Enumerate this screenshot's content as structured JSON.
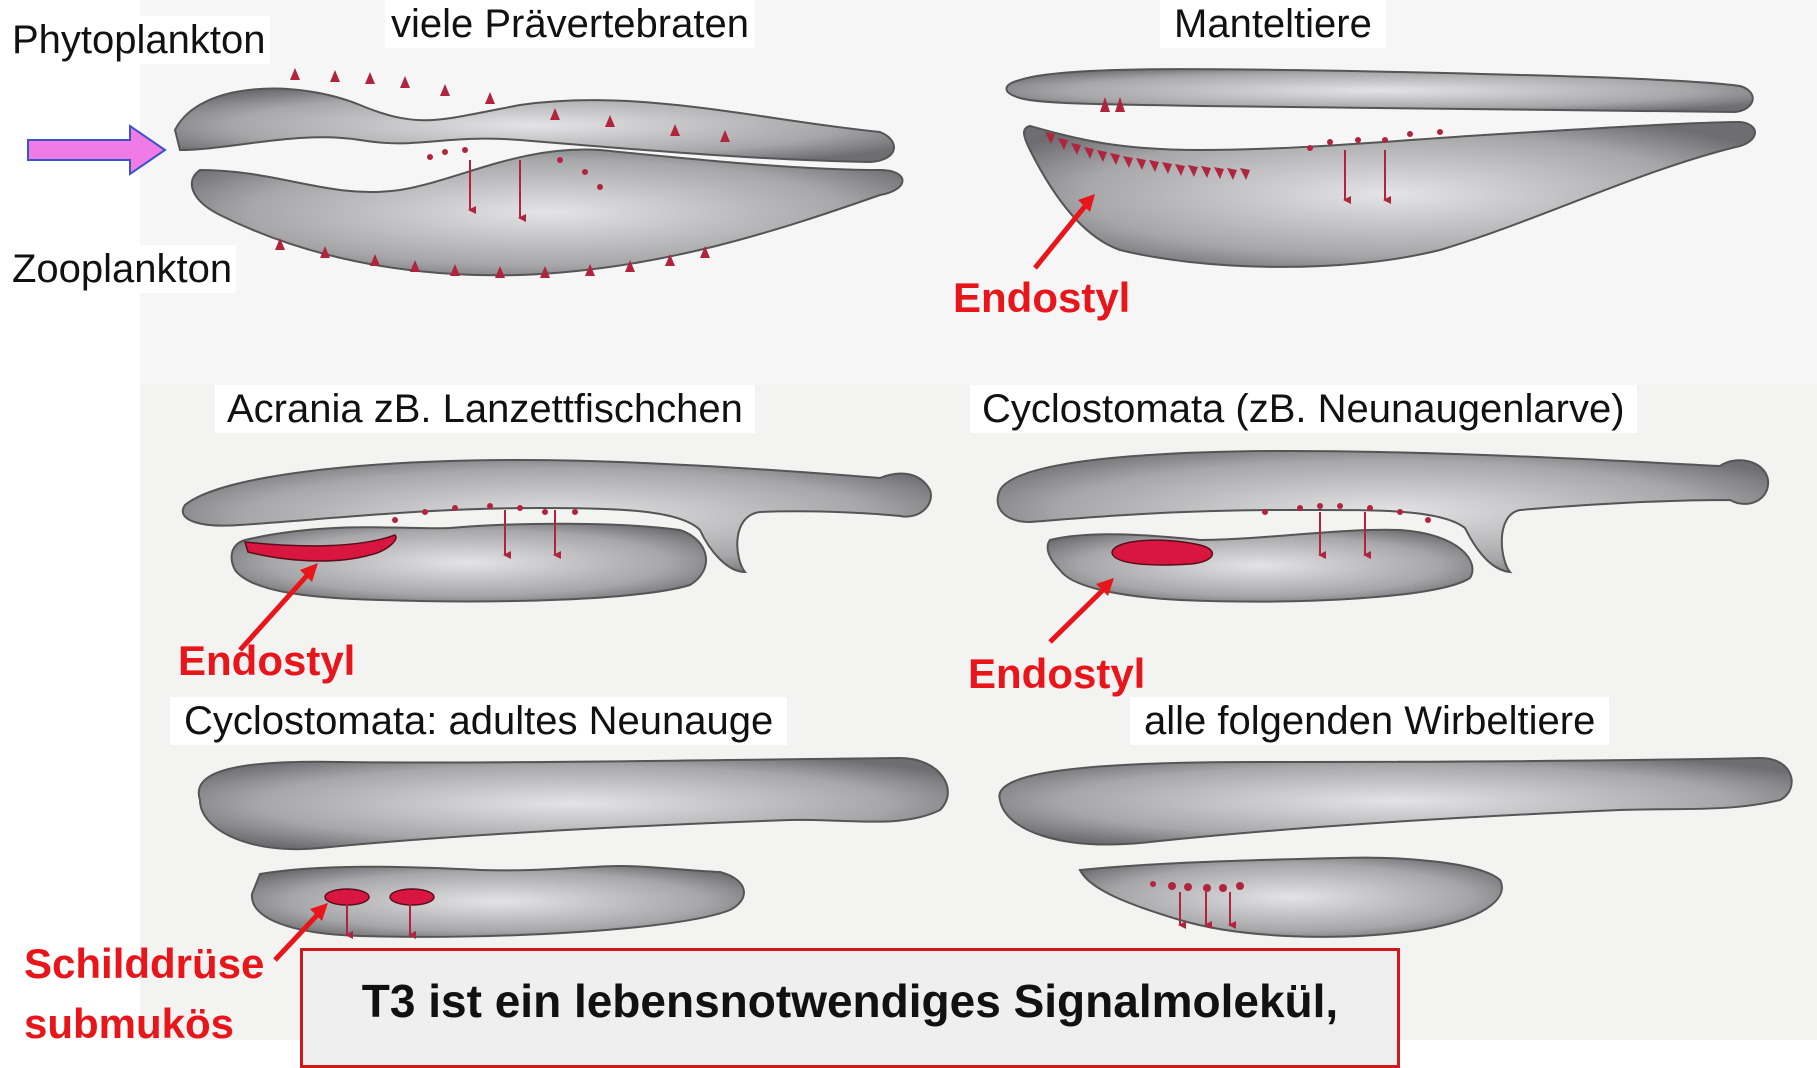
{
  "colors": {
    "organ": "#8a8a8c",
    "organ_light": "#d9d9db",
    "mark": "#b0243e",
    "endostyl": "#d8163f",
    "label_red": "#e8151b",
    "flow_arrow": "#f07ae6",
    "callout_bg": "#efefef",
    "callout_border": "#d01a1a"
  },
  "panels": {
    "previertebraten": {
      "title": "viele Prävertebraten",
      "input_top": "Phytoplankton",
      "input_bottom": "Zooplankton"
    },
    "manteltiere": {
      "title": "Manteltiere",
      "organ_label": "Endostyl"
    },
    "acrania": {
      "title": "Acrania zB. Lanzettfischchen",
      "organ_label": "Endostyl"
    },
    "cyclostomata_larve": {
      "title": "Cyclostomata (zB. Neunaugenlarve)",
      "organ_label": "Endostyl"
    },
    "cyclostomata_adult": {
      "title": "Cyclostomata: adultes Neunauge",
      "organ_label_line1": "Schilddrüse",
      "organ_label_line2": "submukös"
    },
    "wirbeltiere": {
      "title": "alle folgenden Wirbeltiere"
    }
  },
  "callout": {
    "line1": "T3 ist ein lebensnotwendiges Signalmolekül,",
    "line2": ""
  }
}
